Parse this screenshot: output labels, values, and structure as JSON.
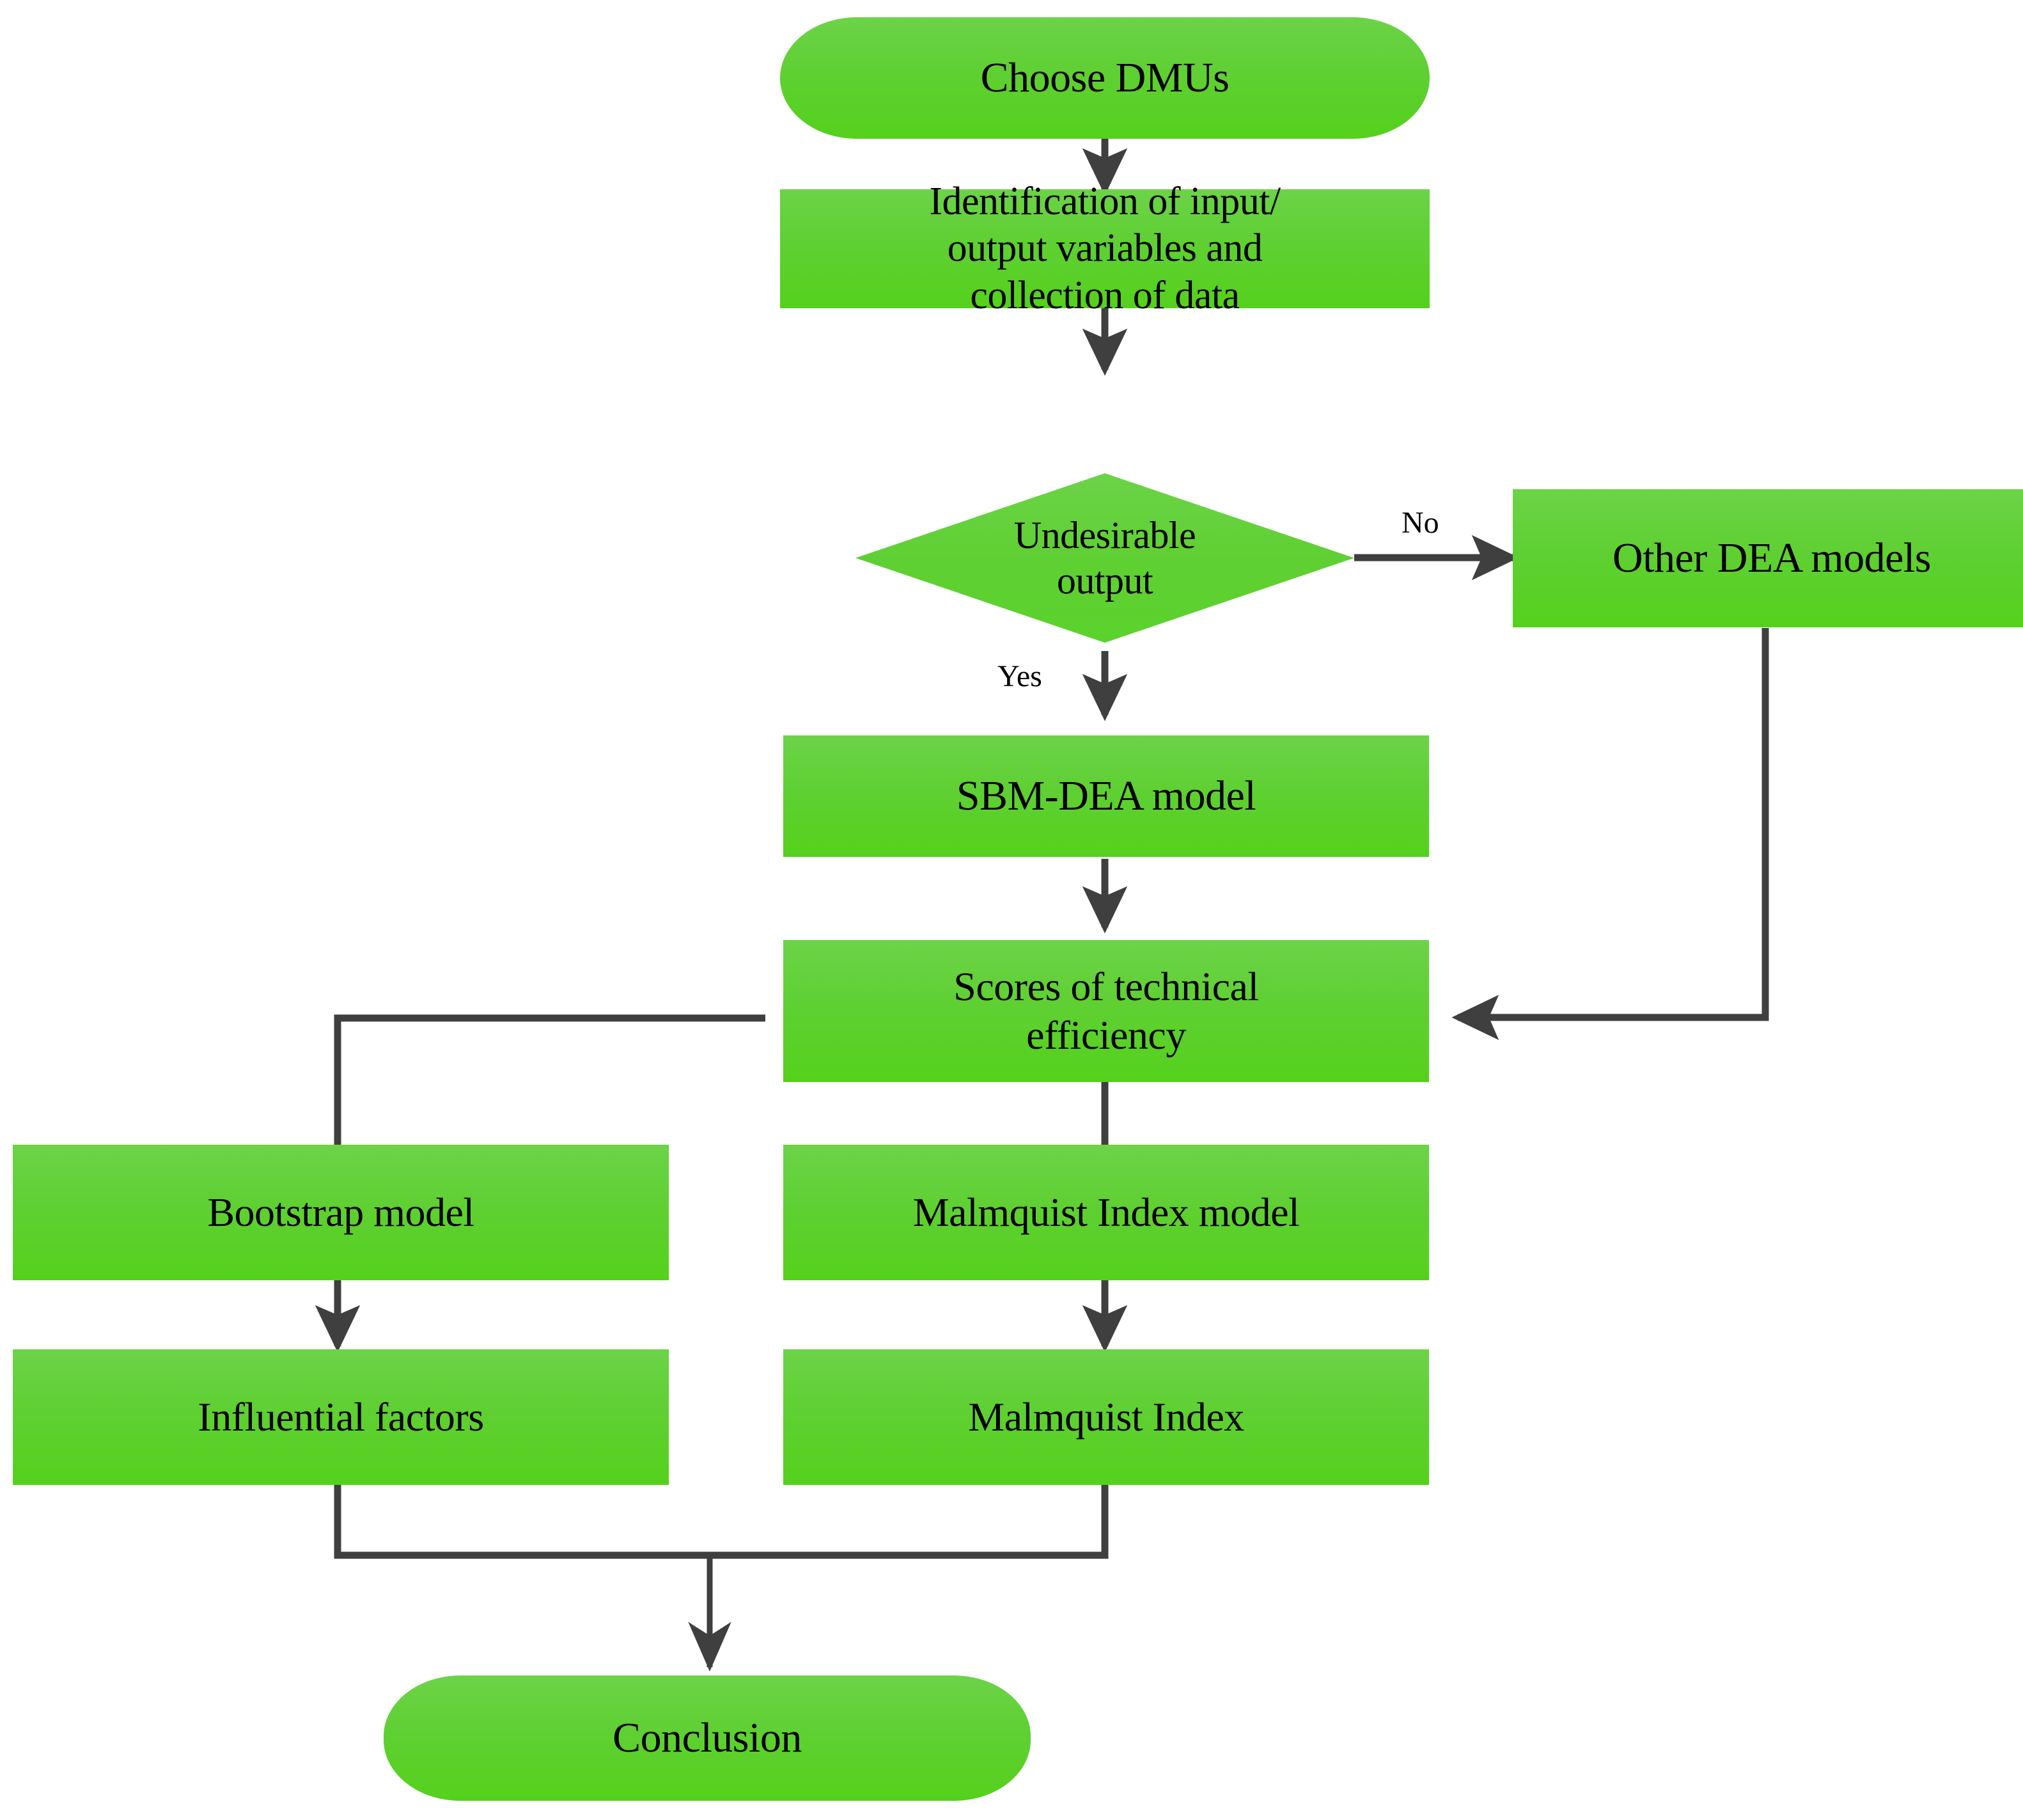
{
  "diagram": {
    "type": "flowchart",
    "title": "DEA methodology flowchart",
    "colors": {
      "node_fill_top": "#6CD348",
      "node_fill_bottom": "#54D11C",
      "connector": "#3F3F3F",
      "text": "#000000",
      "background": "#FFFFFF"
    },
    "nodes": [
      {
        "id": "choose_dmus",
        "shape": "rounded",
        "label": "Choose DMUs"
      },
      {
        "id": "identification",
        "shape": "rectangle",
        "label_line1": "Identification of input/",
        "label_line2": "output variables and",
        "label_line3": "collection of data"
      },
      {
        "id": "undesirable",
        "shape": "diamond",
        "label_line1": "Undesirable",
        "label_line2": "output"
      },
      {
        "id": "other_dea",
        "shape": "rectangle",
        "label": "Other DEA models"
      },
      {
        "id": "sbm_dea",
        "shape": "rectangle",
        "label": "SBM-DEA model"
      },
      {
        "id": "scores",
        "shape": "rectangle",
        "label_line1": "Scores of technical",
        "label_line2": "efficiency"
      },
      {
        "id": "bootstrap",
        "shape": "rectangle",
        "label": "Bootstrap model"
      },
      {
        "id": "malmquist_model",
        "shape": "rectangle",
        "label": "Malmquist Index model"
      },
      {
        "id": "influential",
        "shape": "rectangle",
        "label": "Influential factors"
      },
      {
        "id": "malmquist_index",
        "shape": "rectangle",
        "label": "Malmquist Index"
      },
      {
        "id": "conclusion",
        "shape": "rounded",
        "label": "Conclusion"
      }
    ],
    "edge_labels": {
      "no": "No",
      "yes": "Yes"
    },
    "edges": [
      {
        "from": "choose_dmus",
        "to": "identification",
        "label": ""
      },
      {
        "from": "identification",
        "to": "undesirable",
        "label": ""
      },
      {
        "from": "undesirable",
        "to": "other_dea",
        "label": "No"
      },
      {
        "from": "undesirable",
        "to": "sbm_dea",
        "label": "Yes"
      },
      {
        "from": "sbm_dea",
        "to": "scores",
        "label": ""
      },
      {
        "from": "other_dea",
        "to": "scores",
        "label": ""
      },
      {
        "from": "scores",
        "to": "bootstrap",
        "label": ""
      },
      {
        "from": "scores",
        "to": "malmquist_model",
        "label": ""
      },
      {
        "from": "bootstrap",
        "to": "influential",
        "label": ""
      },
      {
        "from": "malmquist_model",
        "to": "malmquist_index",
        "label": ""
      },
      {
        "from": "influential",
        "to": "conclusion",
        "label": ""
      },
      {
        "from": "malmquist_index",
        "to": "conclusion",
        "label": ""
      }
    ]
  }
}
